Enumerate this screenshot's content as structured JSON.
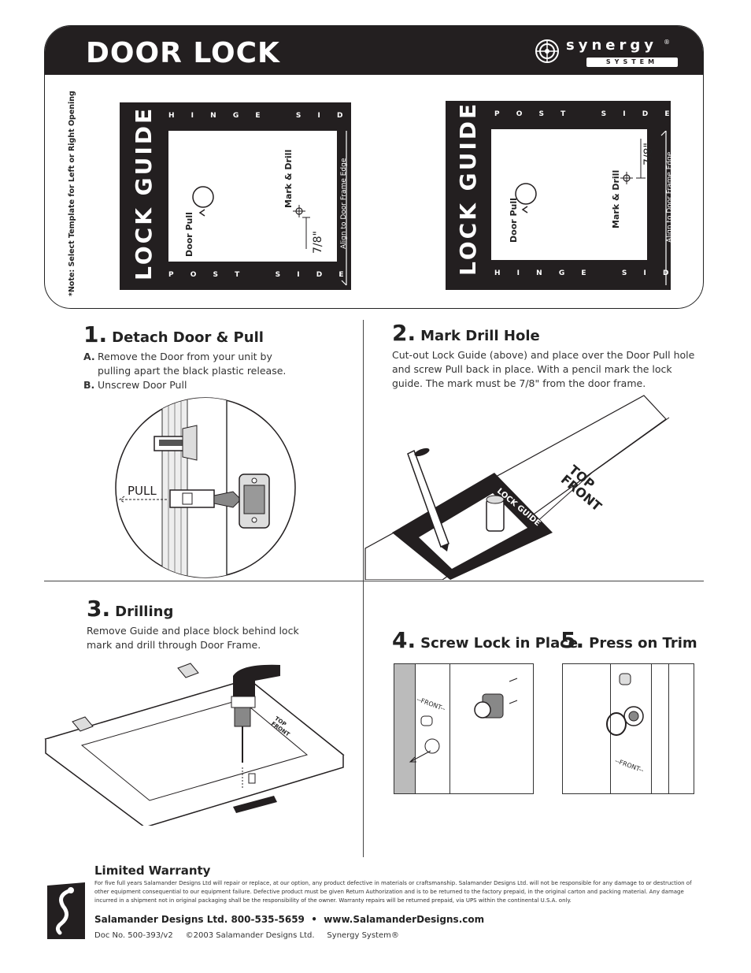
{
  "header": {
    "title": "DOOR LOCK",
    "logo_name": "synergy",
    "logo_reg": "®",
    "logo_sub": "SYSTEM",
    "note": "*Note: Select Template for Left or Right Opening"
  },
  "templates": {
    "left": {
      "title": "LOCK GUIDE",
      "top_side": "H I N G E   S I D E",
      "bottom_side": "P O S T   S I D E",
      "pull_label": "Door Pull",
      "mark_label": "Mark & Drill",
      "measure": "7/8\"",
      "align": "Align to Door Frame Edge"
    },
    "right": {
      "title": "LOCK GUIDE",
      "top_side": "P O S T   S I D E",
      "bottom_side": "H I N G E   S I D E",
      "pull_label": "Door Pull",
      "mark_label": "Mark & Drill",
      "measure": "7/8\"",
      "align": "Align to Door Frame Edge"
    }
  },
  "steps": {
    "s1": {
      "num": "1.",
      "title": "Detach Door & Pull",
      "a_label": "A.",
      "a_text": "Remove the Door from your unit by pulling apart the black plastic release.",
      "b_label": "B.",
      "b_text": "Unscrew Door Pull",
      "pull": "PULL"
    },
    "s2": {
      "num": "2.",
      "title": "Mark Drill Hole",
      "text": "Cut-out Lock Guide (above) and place over the Door Pull hole and screw Pull back in place. With a pencil mark the lock guide. The mark must be 7/8\" from the door frame.",
      "top_front": "TOP FRONT",
      "guide_label": "LOCK GUIDE"
    },
    "s3": {
      "num": "3.",
      "title": "Drilling",
      "text": "Remove Guide and place block behind lock mark and drill through Door Frame.",
      "top_front": "TOP FRONT"
    },
    "s4": {
      "num": "4.",
      "title": "Screw Lock in Place",
      "front": "--FRONT--"
    },
    "s5": {
      "num": "5.",
      "title": "Press on Trim",
      "front": "--FRONT--"
    }
  },
  "warranty": {
    "title": "Limited Warranty",
    "body": "For five full years Salamander Designs Ltd will repair or replace, at our option, any product defective in materials or craftsmanship. Salamander Designs Ltd. will not be responsible for any damage to or destruction of other equipment consequential to our equipment failure. Defective product must be given Return Authorization and is to be returned to the factory prepaid, in the original carton and packing material. Any damage incurred in a shipment not in original packaging shall be the responsibility of the owner. Warranty repairs will be returned prepaid, via UPS within the continental U.S.A. only.",
    "contact": "Salamander Designs Ltd. 800-535-5659  •  www.SalamanderDesigns.com",
    "doc": "Doc No. 500-393/v2     ©2003 Salamander Designs Ltd.     Synergy System®"
  }
}
